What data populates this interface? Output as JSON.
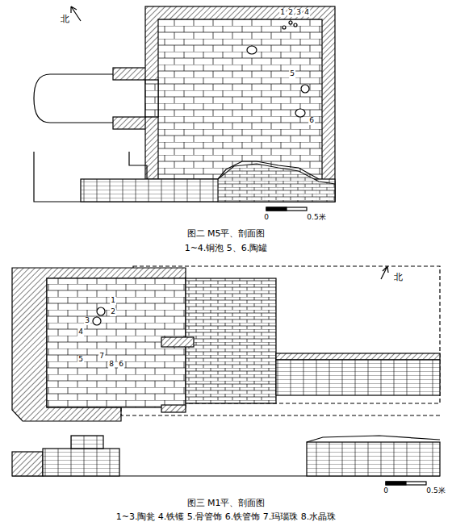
{
  "diagram": {
    "labels": [
      "北",
      "1",
      "2",
      "3",
      "4",
      "5",
      "6",
      "0",
      "0.5米",
      "图二 M5平、剖面图",
      "1~4.铜泡 5、6.陶罐",
      "1",
      "2",
      "3",
      "4",
      "5",
      "6",
      "7",
      "8",
      "北",
      "0",
      "0.5米",
      "图三 M1平、剖面图",
      "1~3.陶瓮 4.铁镬 5.骨管饰 6.铁管饰 7.玛瑙珠 8.水晶珠"
    ]
  }
}
